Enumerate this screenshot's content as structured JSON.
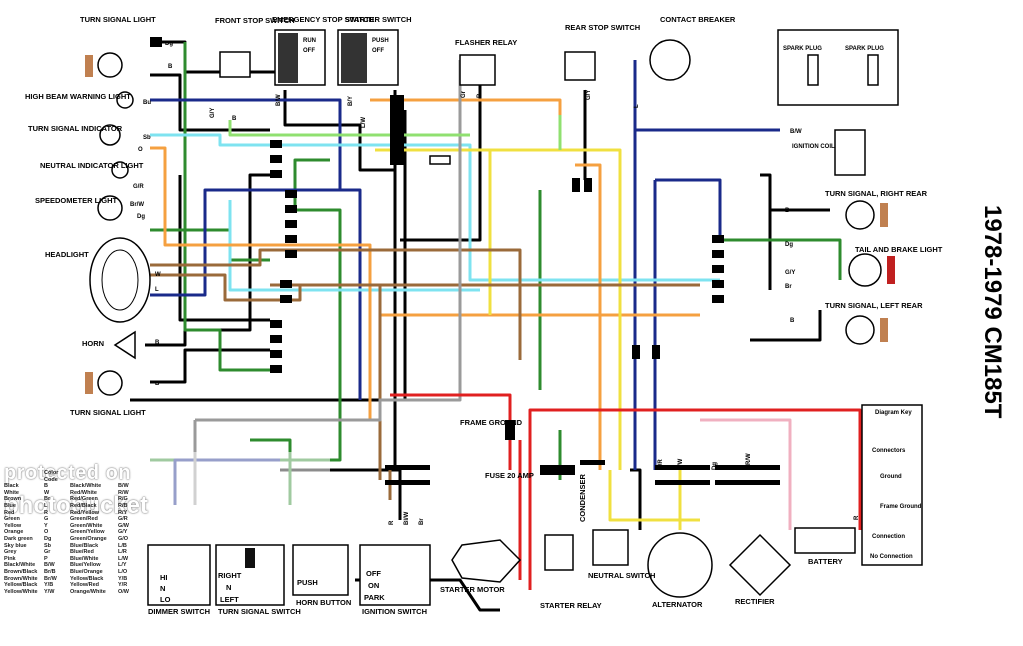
{
  "title": "1978-1979 CM185T",
  "components": {
    "turn_signal_light_top": "TURN SIGNAL LIGHT",
    "high_beam": "HIGH BEAM WARNING LIGHT",
    "turn_signal_indicator": "TURN SIGNAL INDICATOR",
    "neutral_indicator": "NEUTRAL INDICATOR LIGHT",
    "speedometer_light": "SPEEDOMETER LIGHT",
    "headlight": "HEADLIGHT",
    "horn": "HORN",
    "turn_signal_light_bottom": "TURN SIGNAL LIGHT",
    "front_stop_switch": "FRONT STOP SWITCH",
    "emergency_stop_switch": "EMERGENCY STOP SWITCH",
    "starter_switch": "STARTER SWITCH",
    "flasher_relay": "FLASHER RELAY",
    "rear_stop_switch": "REAR STOP SWITCH",
    "contact_breaker": "CONTACT BREAKER",
    "spark_plug_1": "SPARK PLUG",
    "spark_plug_2": "SPARK PLUG",
    "ignition_coil": "IGNITION COIL",
    "turn_signal_right_rear": "TURN SIGNAL, RIGHT REAR",
    "tail_brake_light": "TAIL AND BRAKE LIGHT",
    "turn_signal_left_rear": "TURN SIGNAL, LEFT REAR",
    "frame_ground": "FRAME GROUND",
    "fuse": "FUSE 20 AMP",
    "condenser": "CONDENSER",
    "dimmer_switch": "DIMMER SWITCH",
    "turn_signal_switch": "TURN SIGNAL SWITCH",
    "horn_button": "HORN BUTTON",
    "ignition_switch": "IGNITION SWITCH",
    "starter_motor": "STARTER MOTOR",
    "starter_relay": "STARTER RELAY",
    "neutral_switch": "NEUTRAL SWITCH",
    "alternator": "ALTERNATOR",
    "rectifier": "RECTIFIER",
    "battery": "BATTERY"
  },
  "switch_labels": {
    "run": "RUN",
    "off": "OFF",
    "push": "PUSH",
    "off2": "OFF",
    "hi": "HI",
    "n": "N",
    "lo": "LO",
    "right": "RIGHT",
    "n2": "N",
    "left": "LEFT",
    "push2": "PUSH",
    "ign_off": "OFF",
    "ign_on": "ON",
    "ign_park": "PARK"
  },
  "wire_codes": [
    "Dg",
    "B",
    "Bu",
    "Sb",
    "O",
    "G/R",
    "Br/W",
    "Dg",
    "W",
    "L",
    "B",
    "B",
    "B",
    "G/Y",
    "G/Y",
    "G",
    "G/Y",
    "L",
    "B/W",
    "B/Y",
    "L/W",
    "Gr",
    "B",
    "G/Y",
    "L",
    "B/W",
    "Bu",
    "G",
    "Dg",
    "G/Y",
    "Br",
    "B",
    "R",
    "Bl/W",
    "Bl",
    "Br",
    "Y/W",
    "Dg",
    "Y",
    "R/W",
    "G/R",
    "L",
    "Y",
    "P",
    "R"
  ],
  "diagram_key": {
    "title": "Diagram Key",
    "items": [
      "Connectors",
      "Ground",
      "Frame Ground",
      "Connection",
      "No Connection"
    ]
  },
  "watermark": {
    "line1": "protected on",
    "line2": "photobucket",
    "header": "Color Code"
  },
  "color_code": [
    [
      "Black",
      "B",
      "Black/White",
      "B/W"
    ],
    [
      "White",
      "W",
      "Red/White",
      "R/W"
    ],
    [
      "Brown",
      "Br",
      "Red/Green",
      "R/G"
    ],
    [
      "Blue",
      "L",
      "Red/Black",
      "R/B"
    ],
    [
      "Red",
      "R",
      "Red/Yellow",
      "R/Y"
    ],
    [
      "Green",
      "G",
      "Green/Red",
      "G/R"
    ],
    [
      "Yellow",
      "Y",
      "Green/White",
      "G/W"
    ],
    [
      "Orange",
      "O",
      "Green/Yellow",
      "G/Y"
    ],
    [
      "Dark green",
      "Dg",
      "Green/Orange",
      "G/O"
    ],
    [
      "Sky blue",
      "Sb",
      "Blue/Black",
      "L/B"
    ],
    [
      "Grey",
      "Gr",
      "Blue/Red",
      "L/R"
    ],
    [
      "Pink",
      "P",
      "Blue/White",
      "L/W"
    ],
    [
      "Black/White",
      "B/W",
      "Blue/Yellow",
      "L/Y"
    ],
    [
      "Brown/Black",
      "Br/B",
      "Blue/Orange",
      "L/O"
    ],
    [
      "Brown/White",
      "Br/W",
      "Yellow/Black",
      "Y/B"
    ],
    [
      "Yellow/Black",
      "Y/B",
      "Yellow/Red",
      "Y/R"
    ],
    [
      "Yellow/White",
      "Y/W",
      "Orange/White",
      "O/W"
    ]
  ]
}
